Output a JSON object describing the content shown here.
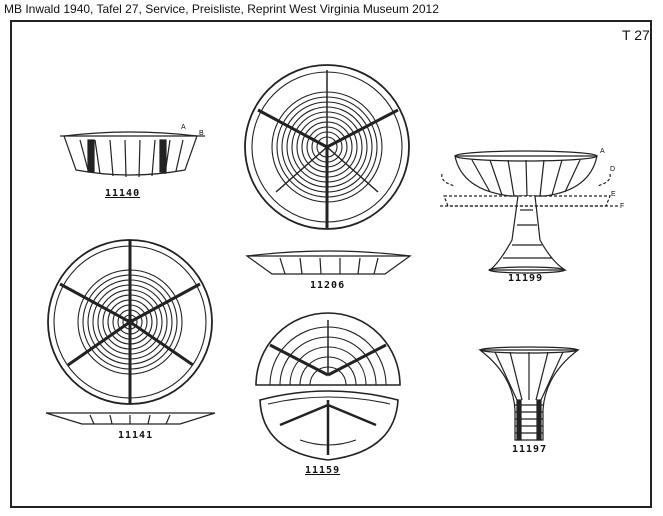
{
  "header": {
    "title": "MB Inwald 1940, Tafel 27, Service, Preisliste, Reprint West Virginia Museum 2012"
  },
  "plate": {
    "label": "T 27"
  },
  "items": [
    {
      "number": "11140",
      "icon": "bowl-side-view"
    },
    {
      "number": "11206",
      "icon": "divided-plate"
    },
    {
      "number": "11199",
      "icon": "footed-compote"
    },
    {
      "number": "11141",
      "icon": "round-plate"
    },
    {
      "number": "11159",
      "icon": "divided-bowl"
    },
    {
      "number": "11197",
      "icon": "vase"
    }
  ],
  "markers": {
    "a": "A",
    "b": "B",
    "d": "D",
    "e": "E",
    "f": "F",
    "a2": "A"
  }
}
